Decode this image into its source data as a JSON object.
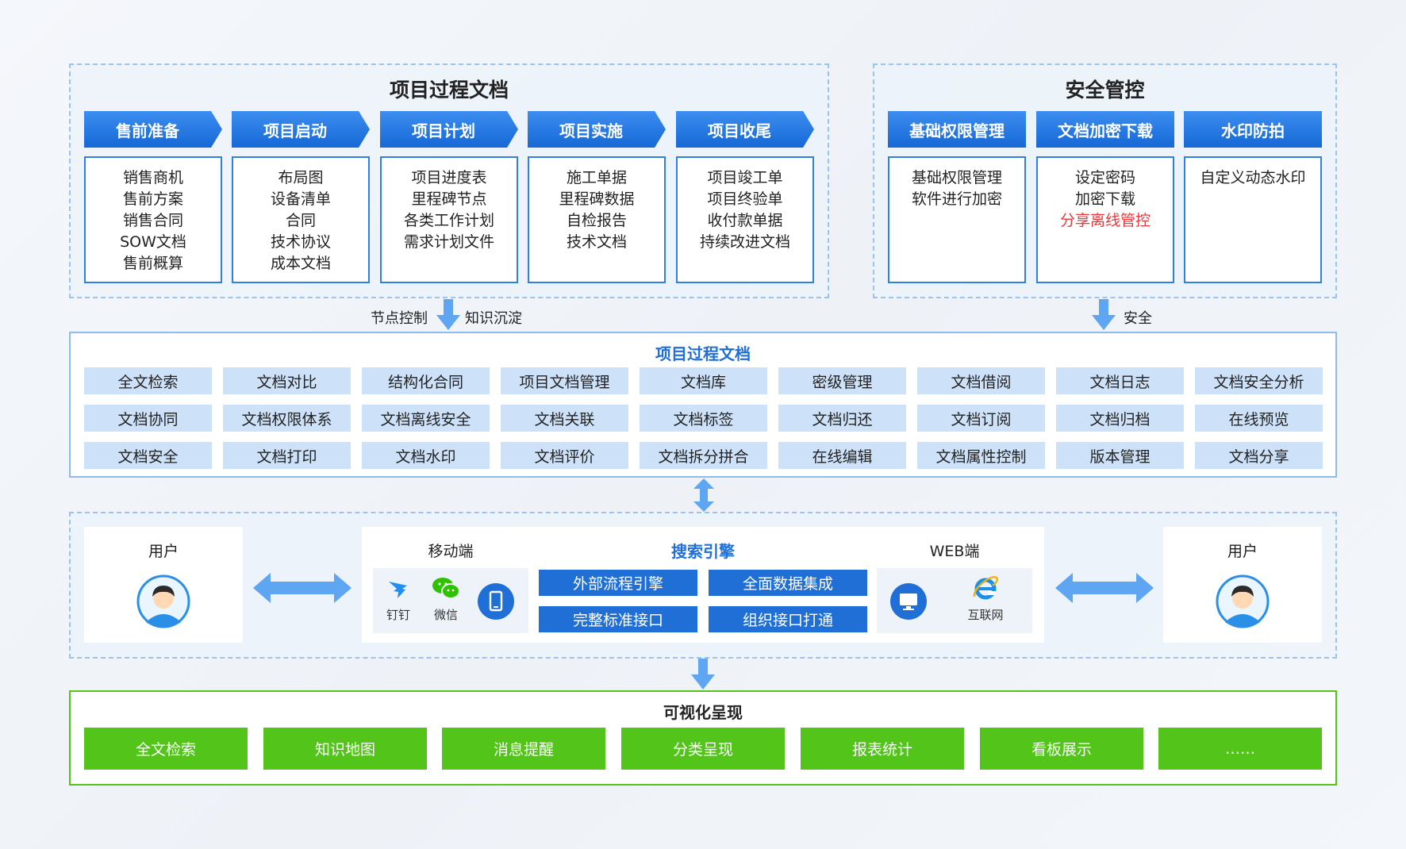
{
  "project_docs": {
    "title": "项目过程文档",
    "phases": [
      "售前准备",
      "项目启动",
      "项目计划",
      "项目实施",
      "项目收尾"
    ],
    "phase_items": [
      [
        "销售商机",
        "售前方案",
        "销售合同",
        "SOW文档",
        "售前概算"
      ],
      [
        "布局图",
        "设备清单",
        "合同",
        "技术协议",
        "成本文档"
      ],
      [
        "项目进度表",
        "里程碑节点",
        "各类工作计划",
        "需求计划文件"
      ],
      [
        "施工单据",
        "里程碑数据",
        "自检报告",
        "技术文档"
      ],
      [
        "项目竣工单",
        "项目终验单",
        "收付款单据",
        "持续改进文档"
      ]
    ]
  },
  "security": {
    "title": "安全管控",
    "headers": [
      "基础权限管理",
      "文档加密下载",
      "水印防拍"
    ],
    "items": [
      [
        "基础权限管理",
        "软件进行加密"
      ],
      [
        "设定密码",
        "加密下载"
      ],
      [
        "自定义动态水印"
      ]
    ],
    "highlight_item": "分享离线管控",
    "highlight_color": "#e8383d"
  },
  "connectors": {
    "node_control": "节点控制",
    "knowledge": "知识沉淀",
    "safety": "安全"
  },
  "functions": {
    "title": "项目过程文档",
    "rows": [
      [
        "全文检索",
        "文档对比",
        "结构化合同",
        "项目文档管理",
        "文档库",
        "密级管理",
        "文档借阅",
        "文档日志",
        "文档安全分析"
      ],
      [
        "文档协同",
        "文档权限体系",
        "文档离线安全",
        "文档关联",
        "文档标签",
        "文档归还",
        "文档订阅",
        "文档归档",
        "在线预览"
      ],
      [
        "文档安全",
        "文档打印",
        "文档水印",
        "文档评价",
        "文档拆分拼合",
        "在线编辑",
        "文档属性控制",
        "版本管理",
        "文档分享"
      ]
    ]
  },
  "access": {
    "user_left": "用户",
    "user_right": "用户",
    "mobile_label": "移动端",
    "dingtalk": "钉钉",
    "wechat": "微信",
    "search_engine": "搜索引擎",
    "engine_items": [
      "外部流程引擎",
      "全面数据集成",
      "完整标准接口",
      "组织接口打通"
    ],
    "web_label": "WEB端",
    "internet": "互联网"
  },
  "visual": {
    "title": "可视化呈现",
    "items": [
      "全文检索",
      "知识地图",
      "消息提醒",
      "分类呈现",
      "报表统计",
      "看板展示",
      "……"
    ]
  },
  "colors": {
    "primary_blue": "#1f6fd6",
    "light_blue": "#cde2f9",
    "green": "#52c41a",
    "arrow_blue": "#5ea5f2"
  }
}
